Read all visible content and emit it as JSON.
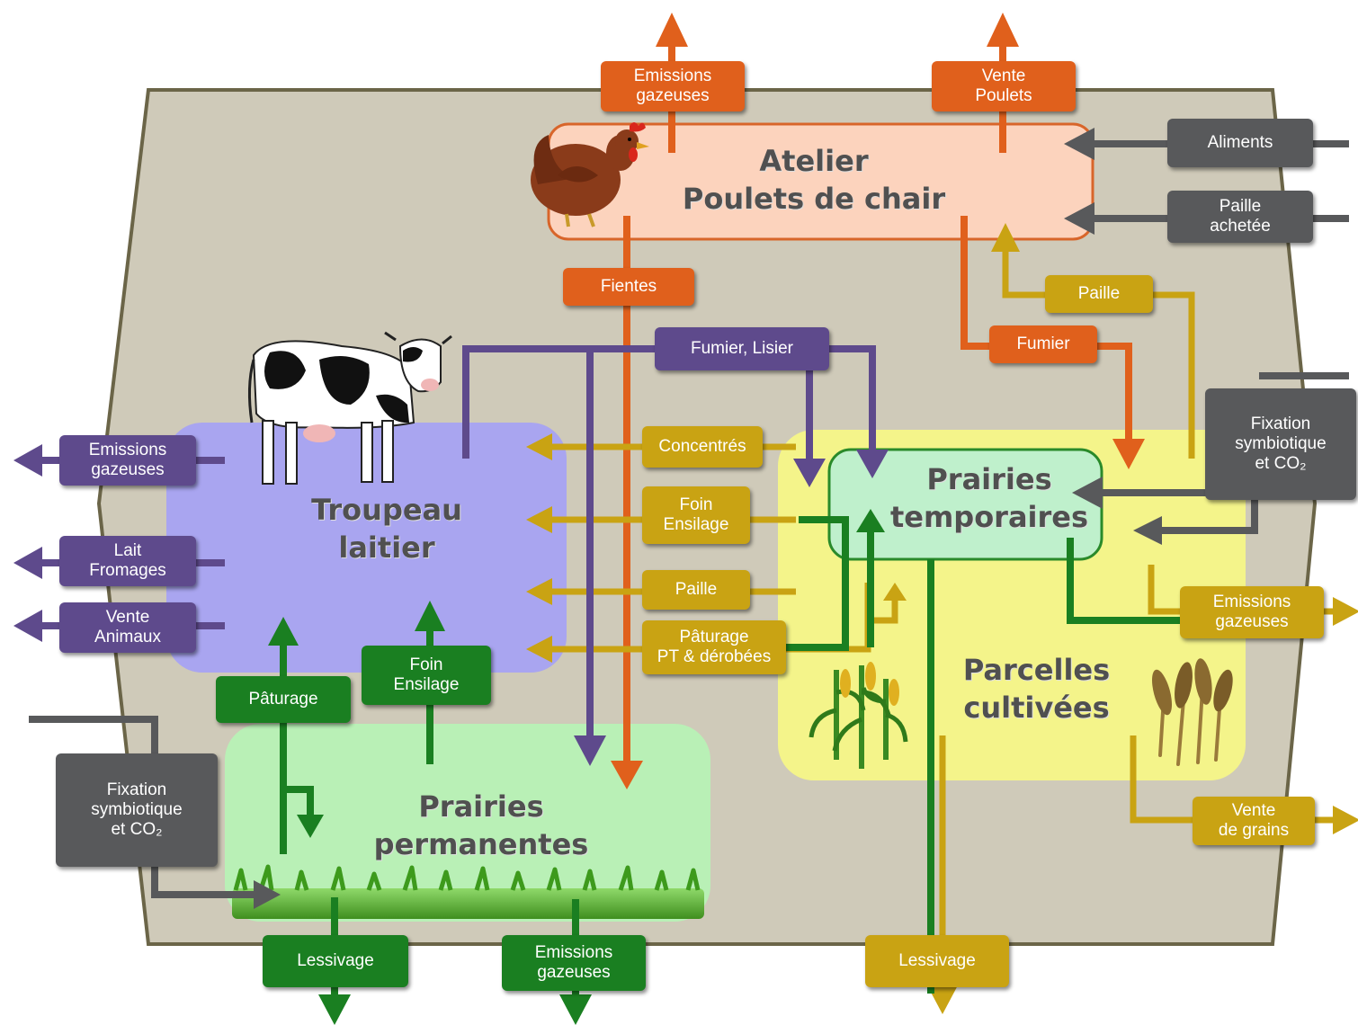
{
  "colors": {
    "orange": "#e0601c",
    "gold": "#c9a313",
    "purple": "#5e4a8c",
    "green": "#1a7f21",
    "grey": "#58595b",
    "farm_background": "#cfcab9",
    "herd_zone": "#a9a5f0",
    "permanent_grassland_zone": "#b9f0b6",
    "cultivated_zone": "#f4f48a",
    "temporary_grassland_zone": "#bff0cc",
    "poultry_zone": "#fcd3bd"
  },
  "icons": [
    "chicken-icon",
    "cow-icon",
    "grass-icon",
    "maize-icon",
    "wheat-icon"
  ],
  "zones": {
    "poultry": "Atelier\nPoulets de chair",
    "dairy_herd": "Troupeau\nlaitier",
    "permanent_grassland": "Prairies\npermanentes",
    "temporary_grassland": "Prairies\ntemporaires",
    "cultivated_plots": "Parcelles\ncultivées"
  },
  "flows": {
    "poultry_emissions": "Emissions\ngazeuses",
    "poultry_sale": "Vente\nPoulets",
    "feed_input": "Aliments",
    "straw_purchased": "Paille\nachetée",
    "droppings": "Fientes",
    "straw_to_poultry": "Paille",
    "manure_poultry": "Fumier",
    "manure_slurry": "Fumier, Lisier",
    "concentrates": "Concentrés",
    "hay_silage_crops": "Foin\nEnsilage",
    "straw_to_herd": "Paille",
    "grazing_temp": "Pâturage\nPT & dérobées",
    "herd_emissions": "Emissions\ngazeuses",
    "milk_cheese": "Lait\nFromages",
    "animal_sale": "Vente\nAnimaux",
    "grazing_perm": "Pâturage",
    "hay_silage_perm": "Foin\nEnsilage",
    "fixation_left": "Fixation\nsymbiotique\net CO₂",
    "fixation_right": "Fixation\nsymbiotique\net CO₂",
    "leaching_perm": "Lessivage",
    "emissions_perm": "Emissions\ngazeuses",
    "leaching_crops": "Lessivage",
    "crop_emissions": "Emissions\ngazeuses",
    "grain_sale": "Vente\nde grains"
  }
}
